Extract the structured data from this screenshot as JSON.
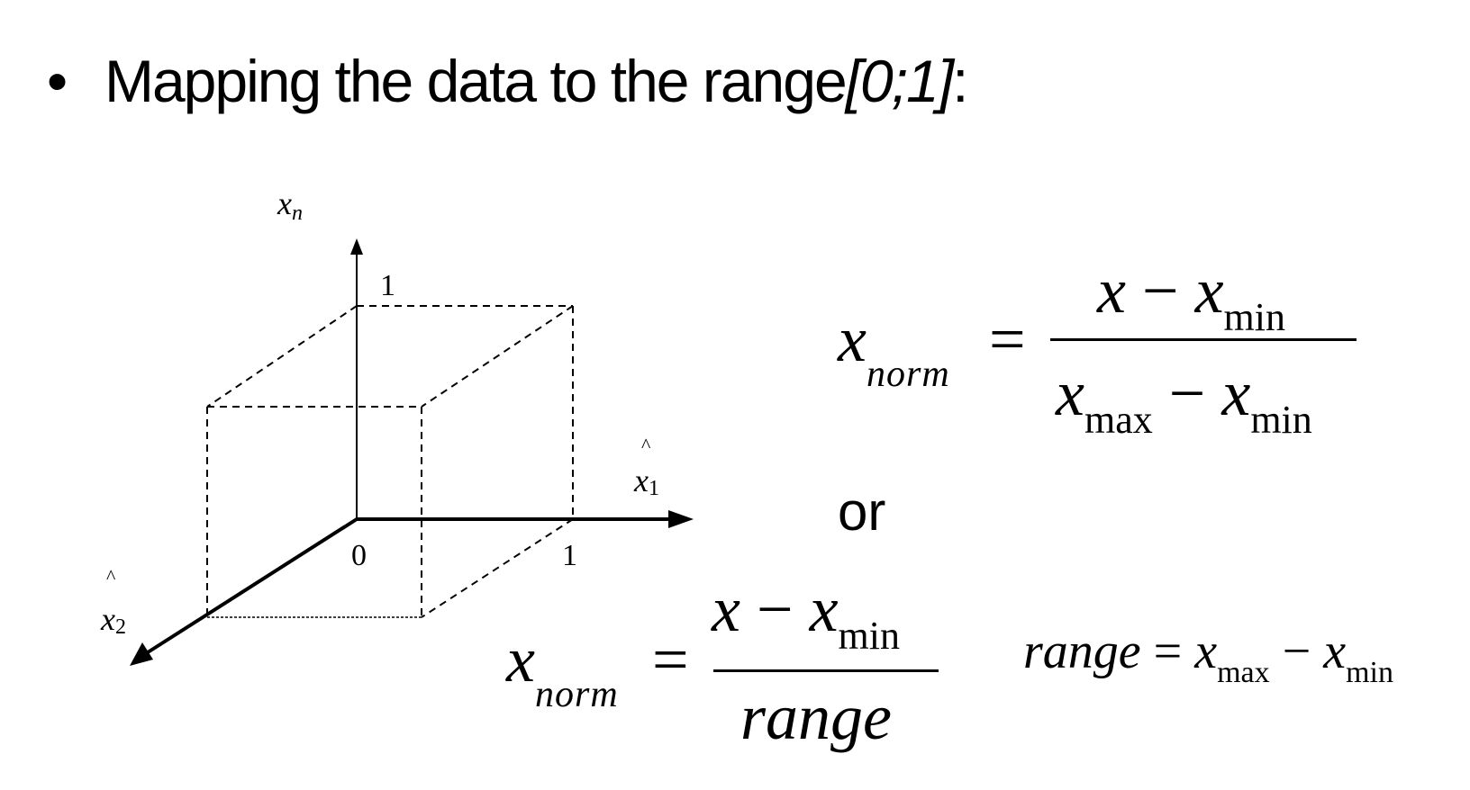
{
  "bullet": {
    "symbol": "•",
    "text": "Mapping the data to the range ",
    "range": "[0;1]",
    "colon": ":"
  },
  "diagram": {
    "axes": {
      "vertical": "x",
      "vertical_sub": "n",
      "right": "x",
      "right_sub": "1",
      "left": "x",
      "left_sub": "2",
      "hat": "^"
    },
    "ticks": {
      "top": "1",
      "origin": "0",
      "right": "1"
    }
  },
  "formula1": {
    "lhs": "x",
    "lhs_sub": "norm",
    "eq": "=",
    "num_a": "x",
    "num_minus": "−",
    "num_b": "x",
    "num_b_sub": "min",
    "den_a": "x",
    "den_a_sub": "max",
    "den_minus": "−",
    "den_b": "x",
    "den_b_sub": "min"
  },
  "connector": "or",
  "formula2": {
    "lhs": "x",
    "lhs_sub": "norm",
    "eq": "=",
    "num_a": "x",
    "num_minus": "−",
    "num_b": "x",
    "num_b_sub": "min",
    "den": "range"
  },
  "formula3": {
    "lhs": "range",
    "eq": "=",
    "a": "x",
    "a_sub": "max",
    "minus": "−",
    "b": "x",
    "b_sub": "min"
  }
}
